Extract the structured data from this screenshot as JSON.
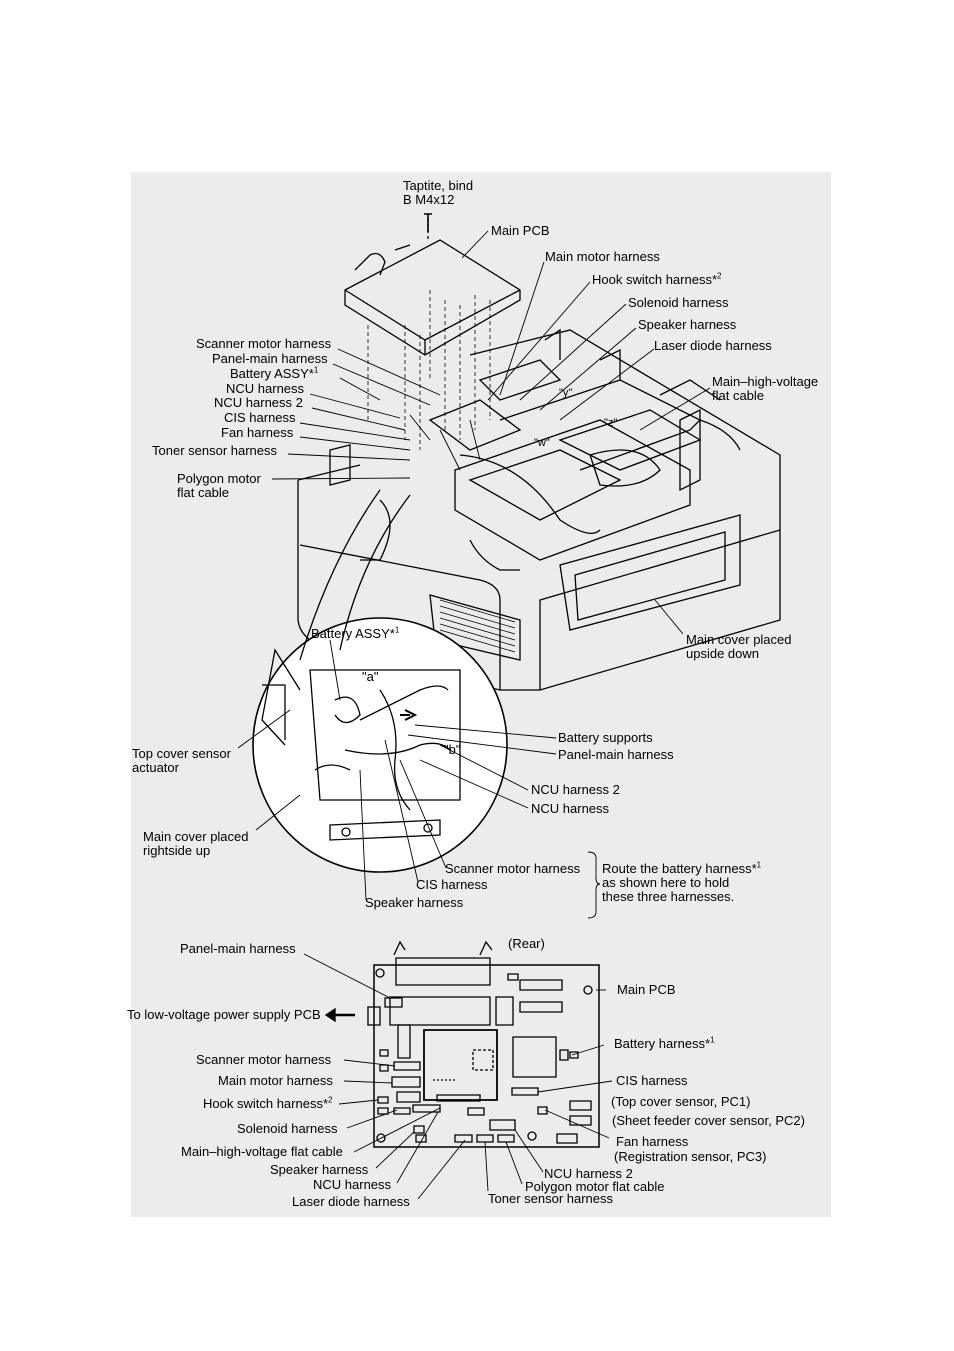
{
  "screw": [
    "Taptite, bind",
    "B M4x12"
  ],
  "top_labels": {
    "main_pcb": "Main PCB",
    "main_motor": "Main motor harness",
    "hook_switch": "Hook switch harness*2",
    "solenoid": "Solenoid harness",
    "speaker": "Speaker harness",
    "laser_diode": "Laser diode harness",
    "main_high_voltage": [
      "Main–high-voltage",
      "flat cable"
    ],
    "scanner_motor": "Scanner motor harness",
    "panel_main": "Panel-main harness",
    "battery_assy": "Battery ASSY*1",
    "ncu": "NCU harness",
    "ncu2": "NCU harness 2",
    "cis": "CIS harness",
    "fan": "Fan harness",
    "toner_sensor": "Toner sensor harness",
    "polygon_motor": [
      "Polygon motor",
      "flat cable"
    ],
    "main_cover_down": [
      "Main cover placed",
      "upside down"
    ],
    "point_w": "\"w\"",
    "point_y": "\"y\"",
    "point_z": "\"z\""
  },
  "detail_labels": {
    "battery_assy": "Battery ASSY*1",
    "point_a": "\"a\"",
    "point_b": "\"b\"",
    "top_cover_actuator": [
      "Top cover sensor",
      "actuator"
    ],
    "main_cover_up": [
      "Main cover placed",
      "rightside up"
    ],
    "battery_supports": "Battery supports",
    "panel_main": "Panel-main harness",
    "ncu2": "NCU harness 2",
    "ncu": "NCU harness",
    "scanner_motor": "Scanner motor harness",
    "cis": "CIS harness",
    "speaker": "Speaker harness",
    "route_note": [
      "Route the battery harness*1",
      "as shown here to hold",
      "these three harnesses."
    ]
  },
  "pcb_labels": {
    "rear": "(Rear)",
    "panel_main": "Panel-main harness",
    "main_pcb": "Main PCB",
    "to_lv_power": "To low-voltage power supply PCB",
    "battery": "Battery harness*1",
    "scanner_motor": "Scanner motor harness",
    "main_motor": "Main motor harness",
    "cis": "CIS harness",
    "hook_switch": "Hook switch harness*2",
    "top_cover_sensor": "(Top cover sensor, PC1)",
    "solenoid": "Solenoid harness",
    "sheet_feeder_sensor": "(Sheet feeder cover sensor, PC2)",
    "main_high_voltage": "Main–high-voltage flat cable",
    "fan": "Fan harness",
    "speaker": "Speaker harness",
    "registration_sensor": "(Registration sensor, PC3)",
    "ncu": "NCU harness",
    "ncu2": "NCU harness 2",
    "polygon_motor": "Polygon motor flat cable",
    "laser_diode": "Laser diode harness",
    "toner_sensor": "Toner sensor harness"
  }
}
